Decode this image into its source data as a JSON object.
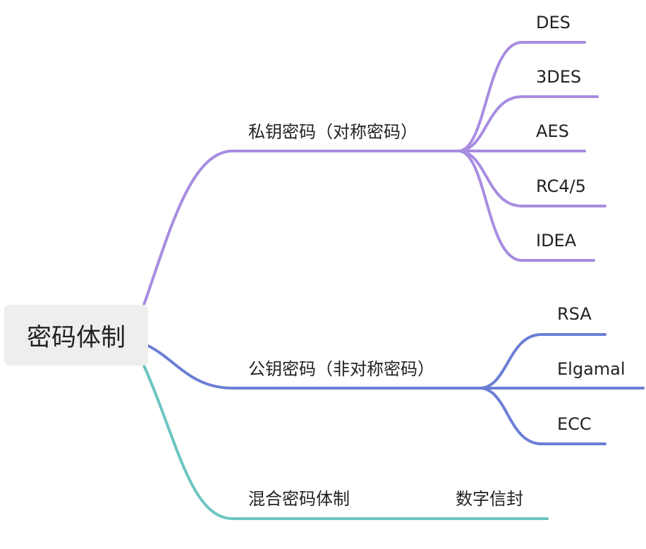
{
  "root": {
    "label": "密码体制"
  },
  "colors": {
    "symmetric": "#a88ce0",
    "asymmetric": "#6b7ed6",
    "hybrid": "#6cc5c1"
  },
  "branches": [
    {
      "label": "私钥密码（对称密码）",
      "color_key": "symmetric",
      "children": [
        "DES",
        "3DES",
        "AES",
        "RC4/5",
        "IDEA"
      ]
    },
    {
      "label": "公钥密码（非对称密码）",
      "color_key": "asymmetric",
      "children": [
        "RSA",
        "Elgamal",
        "ECC"
      ]
    },
    {
      "label": "混合密码体制",
      "color_key": "hybrid",
      "children": [
        "数字信封"
      ]
    }
  ]
}
